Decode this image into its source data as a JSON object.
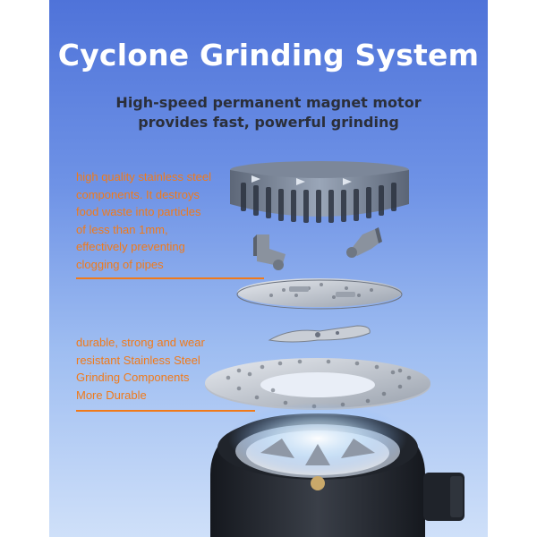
{
  "banner": {
    "title": "Cyclone Grinding System",
    "subtitle_line1": "High-speed permanent magnet motor",
    "subtitle_line2": "provides fast, powerful grinding"
  },
  "callouts": [
    {
      "lines": [
        "high quality stainless steel",
        "components. It destroys",
        "food waste into particles",
        "of less than 1mm,",
        "effectively preventing",
        "clogging of pipes"
      ]
    },
    {
      "lines": [
        "durable, strong and wear",
        "resistant Stainless Steel",
        "Grinding Components",
        "More Durable"
      ]
    }
  ],
  "colors": {
    "accent": "#f07a1a",
    "title": "#ffffff",
    "subtitle": "#2b2f3a",
    "background_top": "#4f73d9",
    "background_bottom": "#cfe0f9"
  },
  "icons": [
    "grinding-ring-icon",
    "impeller-lug-icon",
    "turntable-plate-icon",
    "swivel-blade-icon",
    "perforated-shredder-plate-icon",
    "motor-base-icon"
  ]
}
